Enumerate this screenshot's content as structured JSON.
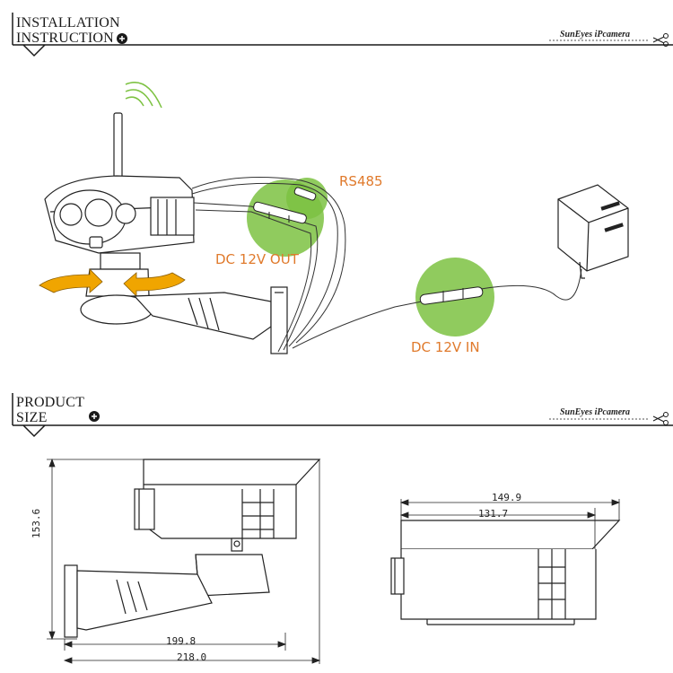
{
  "installation": {
    "title_line1": "INSTALLATION",
    "title_line2": "INSTRUCTION",
    "brand": "SunEyes iPcamera"
  },
  "product_size": {
    "title_line1": "PRODUCT",
    "title_line2": "SIZE",
    "brand": "SunEyes iPcamera"
  },
  "callouts": {
    "rs485": "RS485",
    "dc_out": "DC 12V OUT",
    "dc_in": "DC 12V IN"
  },
  "dimensions": {
    "height_left": "153.6",
    "width_inner_left": "199.8",
    "width_outer_left": "218.0",
    "width_outer_right": "149.9",
    "width_inner_right": "131.7"
  },
  "colors": {
    "accent_green": "#7dc242",
    "callout_orange": "#e07a2c",
    "rotate_arrow": "#f0a500",
    "line": "#222222"
  }
}
